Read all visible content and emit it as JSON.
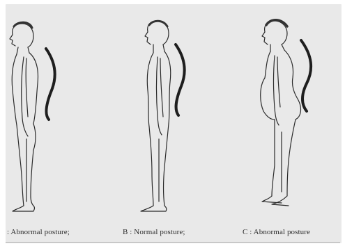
{
  "image": {
    "description_colors": {
      "background": "#e9e9e9",
      "ink": "#2a2a2a",
      "spine_curve": "#1e1e1e"
    }
  },
  "panels": [
    {
      "id": "a",
      "caption": ": Abnormal posture;"
    },
    {
      "id": "b",
      "caption": "B : Normal posture;"
    },
    {
      "id": "c",
      "caption": "C : Abnormal posture"
    }
  ]
}
